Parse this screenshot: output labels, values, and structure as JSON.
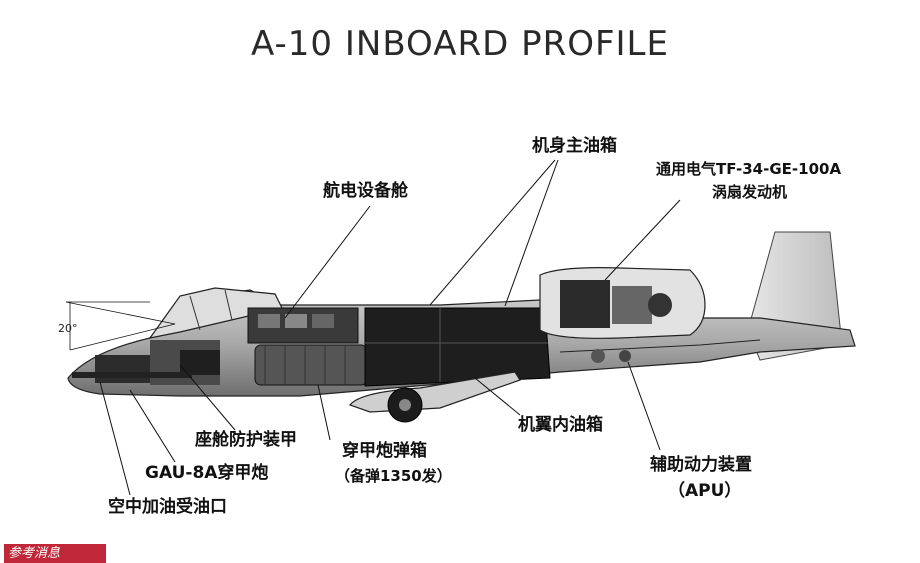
{
  "title": "A-10 INBOARD PROFILE",
  "angle_label": "20°",
  "labels": {
    "avionics_bay": "航电设备舱",
    "fuselage_fuel_tank": "机身主油箱",
    "engine_line1": "通用电气TF-34-GE-100A",
    "engine_line2": "涡扇发动机",
    "cockpit_armor": "座舱防护装甲",
    "ammo_drum_line1": "穿甲炮弹箱",
    "ammo_drum_line2": "（备弹1350发）",
    "wing_fuel_tank": "机翼内油箱",
    "apu_line1": "辅助动力装置",
    "apu_line2": "（APU）",
    "gau8": "GAU-8A穿甲炮",
    "refuel_receptacle": "空中加油受油口"
  },
  "watermark": "参考消息",
  "colors": {
    "ink": "#111111",
    "stamp": "#c0283a"
  }
}
